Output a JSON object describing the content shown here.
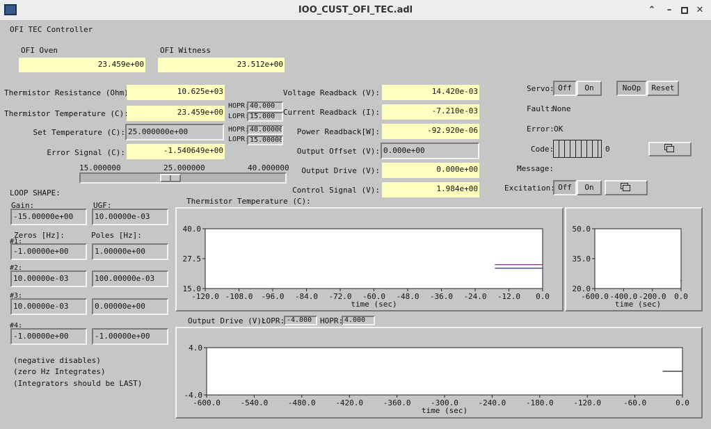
{
  "window": {
    "title": "IOO_CUST_OFI_TEC.adl"
  },
  "header": {
    "title": "OFI TEC Controller"
  },
  "oven": {
    "label": "OFI Oven",
    "value": "23.459e+00"
  },
  "witness": {
    "label": "OFI Witness",
    "value": "23.512e+00"
  },
  "thermistor_resistance": {
    "label": "Thermistor Resistance (Ohm):",
    "value": "10.625e+03"
  },
  "thermistor_temperature": {
    "label": "Thermistor Temperature (C):",
    "value": "23.459e+00"
  },
  "set_temperature": {
    "label": "Set Temperature (C):",
    "value": "25.000000e+00"
  },
  "error_signal": {
    "label": "Error Signal (C):",
    "value": "-1.540649e+00"
  },
  "hopr_lopr_1": {
    "hopr_label": "HOPR:",
    "hopr": "40.000",
    "lopr_label": "LOPR:",
    "lopr": "15.000"
  },
  "hopr_lopr_2": {
    "hopr_label": "HOPR:",
    "hopr": "40.00000",
    "lopr_label": "LOPR:",
    "lopr": "15.00000"
  },
  "slider": {
    "min": "15.000000",
    "current": "25.000000",
    "max": "40.000000",
    "value": 25,
    "lo": 15,
    "hi": 40
  },
  "voltage_readback": {
    "label": "Voltage Readback (V):",
    "value": "14.420e-03"
  },
  "current_readback": {
    "label": "Current Readback (I):",
    "value": "-7.210e-03"
  },
  "power_readback": {
    "label": "Power Readback[W]:",
    "value": "-92.920e-06"
  },
  "output_offset": {
    "label": "Output Offset (V):",
    "value": "0.000e+00"
  },
  "output_drive": {
    "label": "Output Drive (V):",
    "value": "0.000e+00"
  },
  "control_signal": {
    "label": "Control Signal (V):",
    "value": "1.984e+00"
  },
  "servo": {
    "label": "Servo:",
    "off": "Off",
    "on": "On"
  },
  "noop": "NoOp",
  "reset": "Reset",
  "fault": {
    "label": "Fault:",
    "value": "None"
  },
  "error": {
    "label": "Error:",
    "value": "OK"
  },
  "code": {
    "label": "Code:",
    "value": "0"
  },
  "message": {
    "label": "Message:"
  },
  "excitation": {
    "label": "Excitation:",
    "off": "Off",
    "on": "On"
  },
  "loop": {
    "title": "LOOP SHAPE:",
    "gain_label": "Gain:",
    "gain": "-15.00000e+00",
    "ugf_label": "UGF:",
    "ugf": "10.00000e-03",
    "zeros_label": "Zeros [Hz]:",
    "poles_label": "Poles [Hz]:",
    "rows": [
      {
        "label": "#1:",
        "zero": "-1.00000e+00",
        "pole": "1.00000e+00"
      },
      {
        "label": "#2:",
        "zero": "10.00000e-03",
        "pole": "100.00000e-03"
      },
      {
        "label": "#3:",
        "zero": "10.00000e-03",
        "pole": "0.00000e+00"
      },
      {
        "label": "#4:",
        "zero": "-1.00000e+00",
        "pole": "-1.00000e+00"
      }
    ],
    "notes": [
      "(negative disables)",
      "(zero Hz Integrates)",
      "(Integrators should be LAST)"
    ]
  },
  "chart_data": [
    {
      "type": "line",
      "title": "Thermistor Temperature (C):",
      "xlabel": "time (sec)",
      "xlim": [
        -120,
        0
      ],
      "ylim": [
        15,
        40
      ],
      "xticks": [
        "-120.0",
        "-108.0",
        "-96.0",
        "-84.0",
        "-72.0",
        "-60.0",
        "-48.0",
        "-36.0",
        "-24.0",
        "-12.0",
        "0.0"
      ],
      "yticks": [
        "40.0",
        "27.5",
        "15.0"
      ],
      "series": [
        {
          "color": "#8a2a8a",
          "x": [
            -17,
            0
          ],
          "y": [
            25,
            25
          ]
        },
        {
          "color": "#2a2a8a",
          "x": [
            -17,
            0
          ],
          "y": [
            23.5,
            23.5
          ]
        }
      ]
    },
    {
      "type": "line",
      "xlabel": "time (sec)",
      "xlim": [
        -600,
        0
      ],
      "ylim": [
        20,
        50
      ],
      "xticks": [
        "-600.0",
        "-400.0",
        "-200.0",
        "0.0"
      ],
      "yticks": [
        "50.0",
        "35.0",
        "20.0"
      ],
      "series": [
        {
          "color": "#222222",
          "x": [
            -5,
            0
          ],
          "y": [
            24,
            24
          ]
        }
      ]
    },
    {
      "type": "line",
      "title": "Output Drive (V):",
      "lopr_label": "LOPR:",
      "lopr": "-4.000",
      "hopr_label": "HOPR:",
      "hopr": "4.000",
      "xlabel": "time (sec)",
      "xlim": [
        -600,
        0
      ],
      "ylim": [
        -4,
        4
      ],
      "xticks": [
        "-600.0",
        "-540.0",
        "-480.0",
        "-420.0",
        "-360.0",
        "-300.0",
        "-240.0",
        "-180.0",
        "-120.0",
        "-60.0",
        "0.0"
      ],
      "yticks": [
        "4.0",
        "-4.0"
      ],
      "series": [
        {
          "color": "#222222",
          "x": [
            -25,
            0
          ],
          "y": [
            0,
            0
          ]
        }
      ]
    }
  ]
}
